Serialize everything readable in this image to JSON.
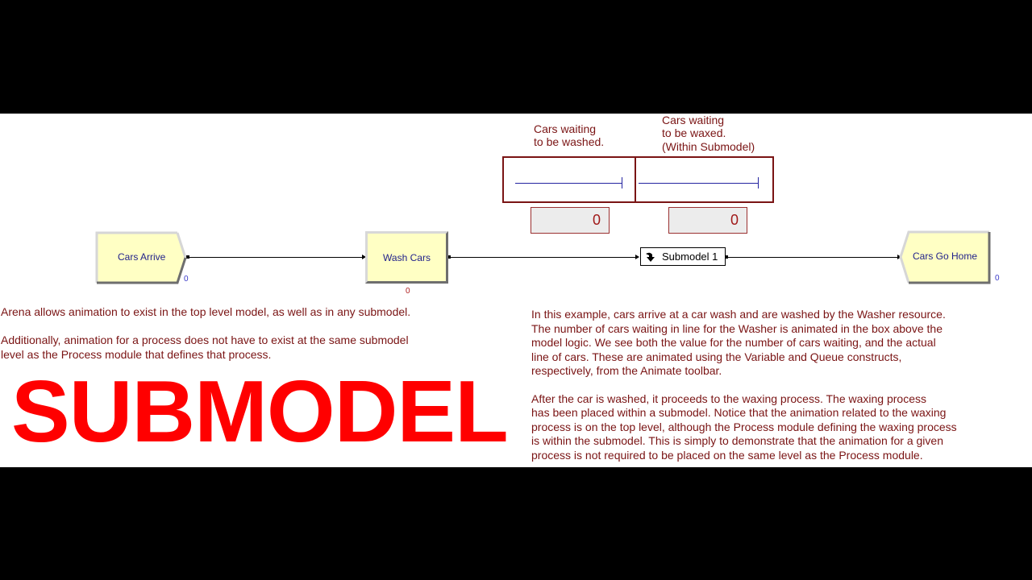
{
  "flowchart": {
    "modules": {
      "create": {
        "label": "Cars Arrive",
        "counter": "0"
      },
      "process": {
        "label": "Wash Cars",
        "counter": "0"
      },
      "submodel": {
        "label": "Submodel 1"
      },
      "dispose": {
        "label": "Cars Go Home",
        "counter": "0"
      }
    }
  },
  "animation": {
    "washed_caption": [
      "Cars waiting",
      "to be washed."
    ],
    "waxed_caption": [
      "Cars waiting",
      "to be waxed.",
      "(Within Submodel)"
    ],
    "washed_variable": "0",
    "waxed_variable": "0"
  },
  "notes": {
    "left": [
      "Arena allows animation to exist in the top level model, as well as in any submodel.",
      "Additionally, animation for a process does not have to exist at the same submodel",
      "level as the Process module that defines that process."
    ],
    "right_p1": [
      "In this example, cars arrive at a car wash and are washed by the Washer resource.",
      "The number of cars waiting in line for the Washer is animated in the box above the",
      "model logic. We see both the value for the number of cars waiting, and the actual",
      "line of cars. These are animated using the Variable and Queue constructs,",
      "respectively, from the Animate toolbar."
    ],
    "right_p2": [
      "After the car is washed, it proceeds to the waxing process. The waxing process",
      "has been placed within a submodel. Notice that the animation related to the waxing",
      "process is on the top level, although the Process module defining the waxing process",
      "is within the submodel. This is simply to demonstrate that the animation for a given",
      "process is not required to be placed on the same level as the Process module."
    ]
  },
  "title": "SUBMODEL",
  "colors": {
    "module_fill": "#ffffc4",
    "text_maroon": "#7a1414",
    "title_red": "#ff0000",
    "queue_blue": "#2323a0"
  }
}
